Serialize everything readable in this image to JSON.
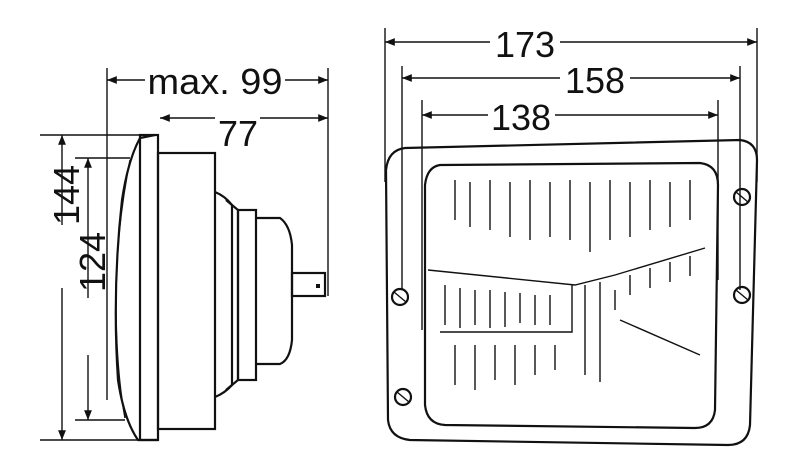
{
  "side_view": {
    "overall_depth_label": "max. 99",
    "body_depth_label": "77",
    "overall_height_label": "144",
    "lens_height_label": "124"
  },
  "front_view": {
    "overall_width_label": "173",
    "mount_width_label": "158",
    "lens_width_label": "138"
  },
  "colors": {
    "line": "#111111",
    "background": "#ffffff"
  }
}
